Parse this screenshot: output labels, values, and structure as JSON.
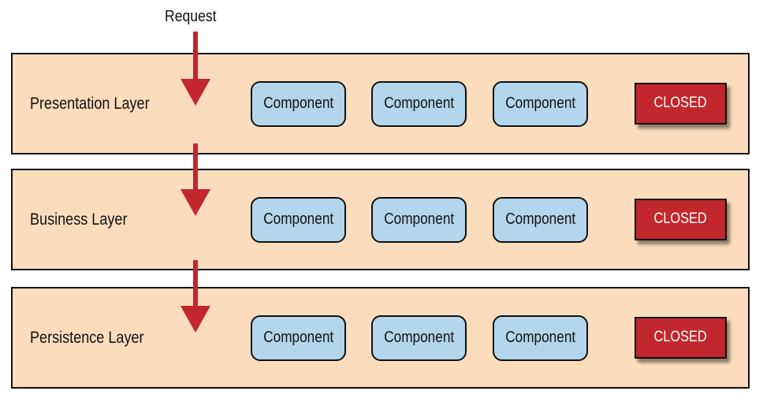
{
  "diagram": {
    "request_label": "Request",
    "arrow_color": "#c1272d",
    "layer_fill": "#fbdcbd",
    "component_fill": "#b3d6ec",
    "closed_fill": "#c1272d",
    "layers": [
      {
        "label": "Presentation Layer",
        "components": [
          "Component",
          "Component",
          "Component"
        ],
        "status": "CLOSED"
      },
      {
        "label": "Business Layer",
        "components": [
          "Component",
          "Component",
          "Component"
        ],
        "status": "CLOSED"
      },
      {
        "label": "Persistence Layer",
        "components": [
          "Component",
          "Component",
          "Component"
        ],
        "status": "CLOSED"
      }
    ]
  }
}
